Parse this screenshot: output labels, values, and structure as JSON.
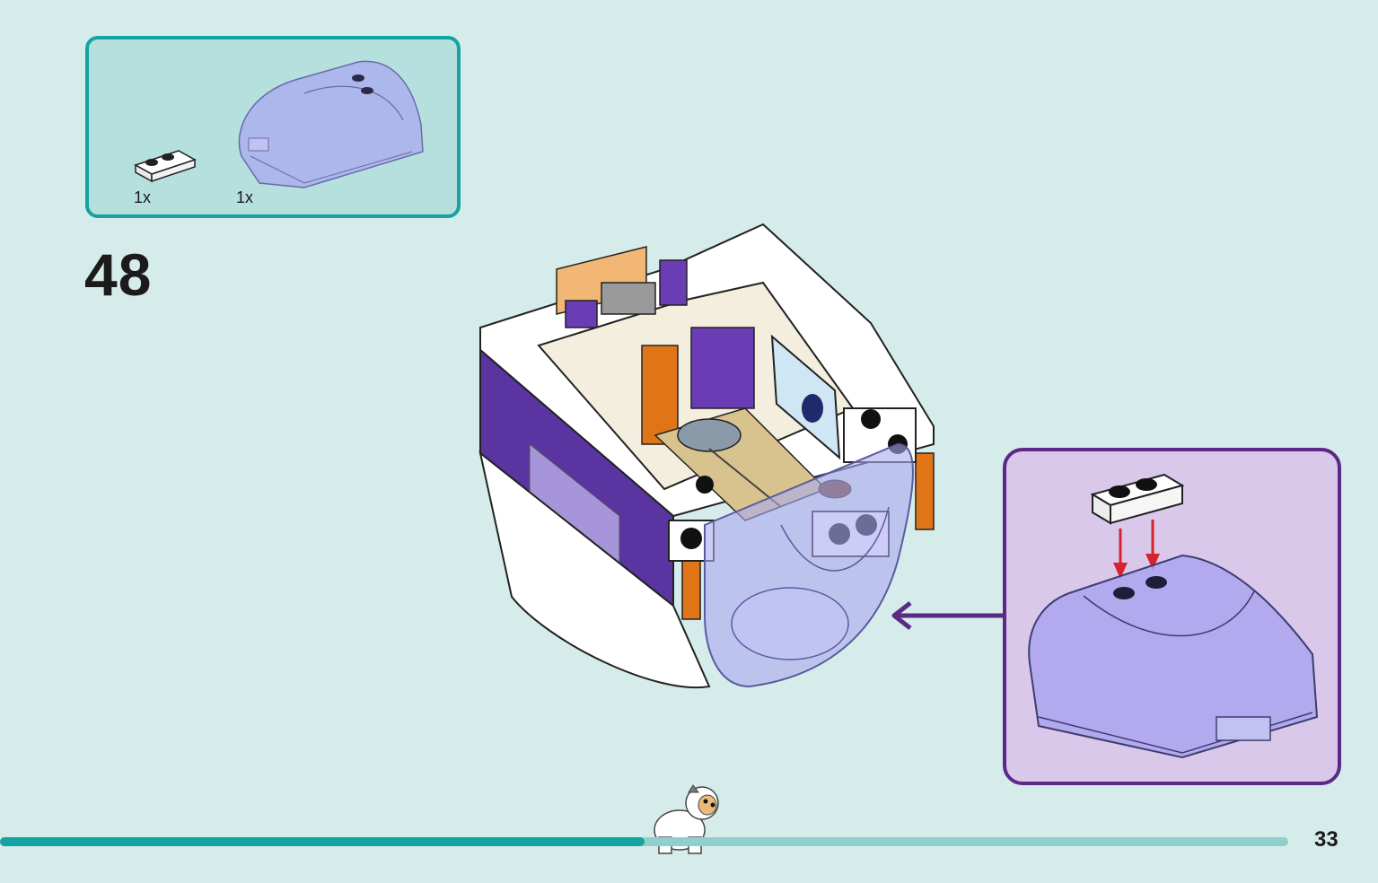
{
  "parts_list": {
    "items": [
      {
        "name": "white-plate-1x2",
        "quantity": "1x"
      },
      {
        "name": "trans-purple-windscreen",
        "quantity": "1x"
      }
    ]
  },
  "step": {
    "number": "48"
  },
  "page": {
    "number": "33"
  },
  "progress": {
    "fraction": 0.5
  },
  "colors": {
    "background": "#d6ecea",
    "parts_box_border": "#14a3a0",
    "parts_box_fill": "#b5e0de",
    "callout_border": "#5b2a86",
    "callout_fill": "#d9c8ea",
    "arrow": "#5b2a86",
    "red_arrow": "#d8232a",
    "progress": "#14a3a0"
  }
}
